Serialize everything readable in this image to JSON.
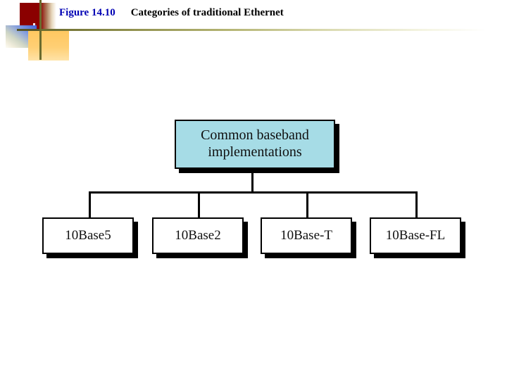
{
  "slide": {
    "background_color": "#ffffff",
    "header": {
      "figure_label": "Figure 14.10",
      "caption": "Categories of traditional Ethernet",
      "label_color": "#0000b4",
      "caption_color": "#000000",
      "rule_color": "#6b6b2e"
    },
    "decoration": {
      "maroon_color": "#8b0000",
      "blue_color": "#4060d8",
      "orange_color": "#ffc861",
      "line_color": "#6b6b2e"
    }
  },
  "diagram": {
    "type": "tree",
    "root": {
      "label_line1": "Common baseband",
      "label_line2": "implementations",
      "fill_color": "#a6dce6",
      "border_color": "#000000"
    },
    "children": [
      {
        "label": "10Base5",
        "fill_color": "#ffffff"
      },
      {
        "label": "10Base2",
        "fill_color": "#ffffff"
      },
      {
        "label": "10Base-T",
        "fill_color": "#ffffff"
      },
      {
        "label": "10Base-FL",
        "fill_color": "#ffffff"
      }
    ]
  }
}
